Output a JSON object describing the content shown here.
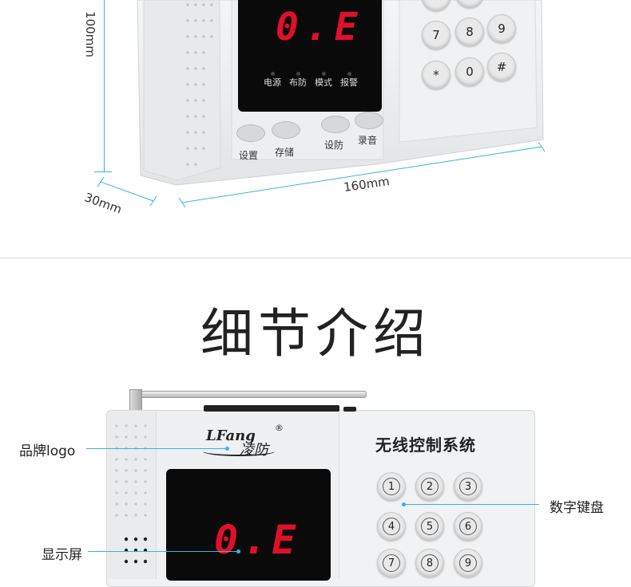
{
  "top": {
    "height_label": "100mm",
    "depth_label": "30mm",
    "width_label": "160mm",
    "display_digits": "0.E",
    "indicators": [
      "电源",
      "布防",
      "模式",
      "报警"
    ],
    "buttons": [
      "设置",
      "存储",
      "设防",
      "录音"
    ],
    "keys_visible": [
      "7",
      "8",
      "9",
      "*",
      "0",
      "#"
    ]
  },
  "section": {
    "title": "细节介绍"
  },
  "detail": {
    "brand_mark": "LFang",
    "brand_cn": "凌防",
    "device_title": "无线控制系统",
    "display_digits": "0.E",
    "keys": [
      "1",
      "2",
      "3",
      "4",
      "5",
      "6",
      "7",
      "8",
      "9"
    ],
    "callouts": {
      "logo": "品牌logo",
      "screen": "显示屏",
      "keypad": "数字键盘"
    }
  },
  "colors": {
    "accent": "#3ab3e0",
    "led": "#e0102a",
    "device_body": "#eef0f2",
    "display_bg": "#0a0a0a"
  }
}
